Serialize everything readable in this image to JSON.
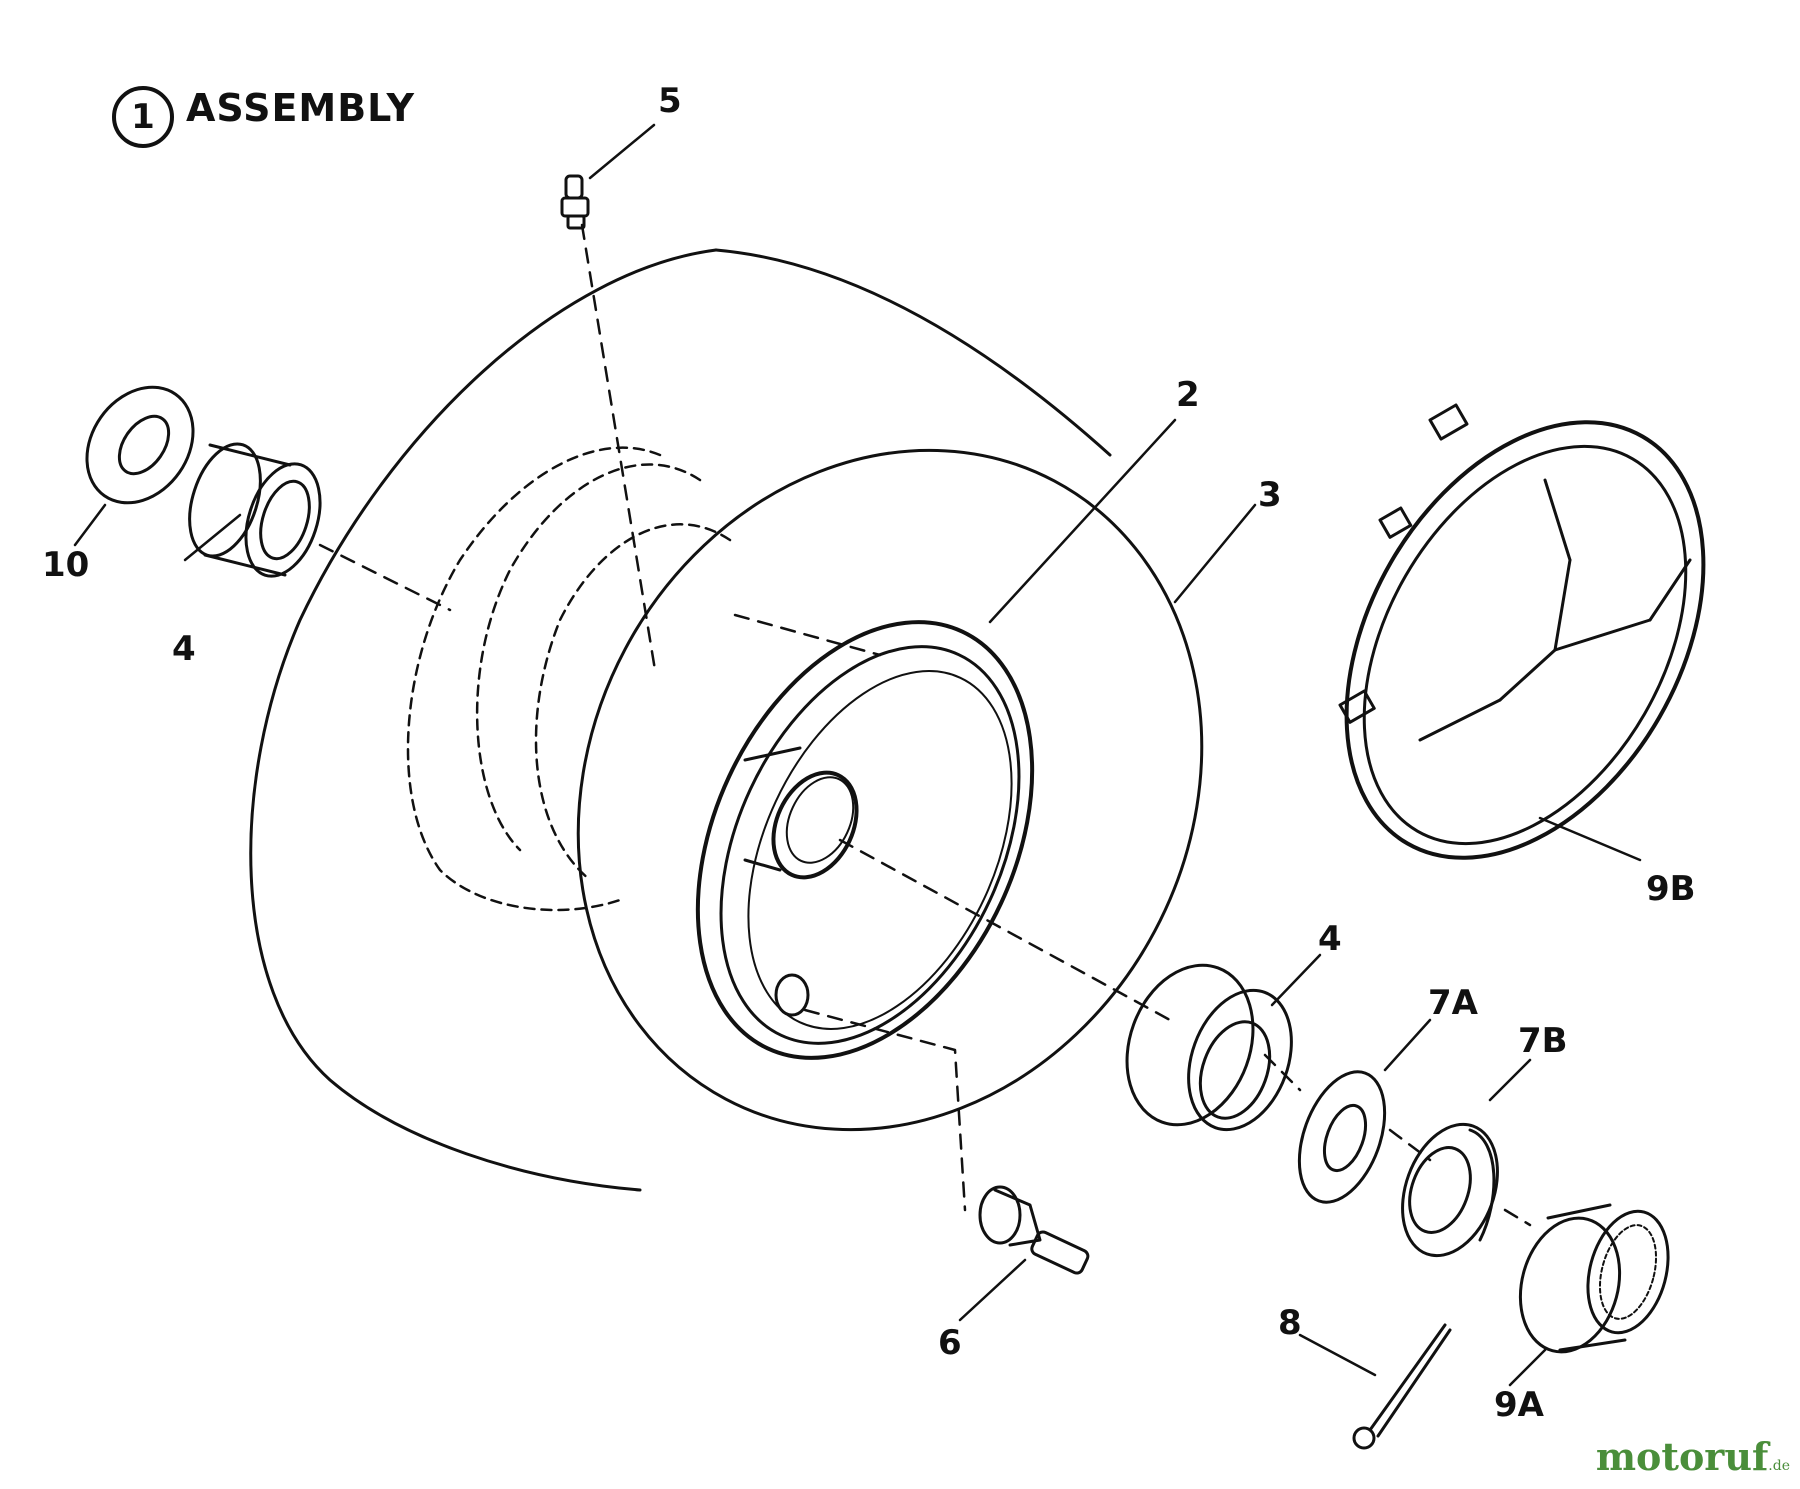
{
  "title": {
    "number": "1",
    "text": "ASSEMBLY"
  },
  "callouts": {
    "p2": "2",
    "p3": "3",
    "p4_left": "4",
    "p4_right": "4",
    "p5": "5",
    "p6": "6",
    "p7a": "7A",
    "p7b": "7B",
    "p8": "8",
    "p9a": "9A",
    "p9b": "9B",
    "p10": "10"
  },
  "watermark": {
    "brand": "motoruf",
    "tld": ".de"
  },
  "colors": {
    "ink": "#111111",
    "watermark": "#4a8e3a"
  }
}
